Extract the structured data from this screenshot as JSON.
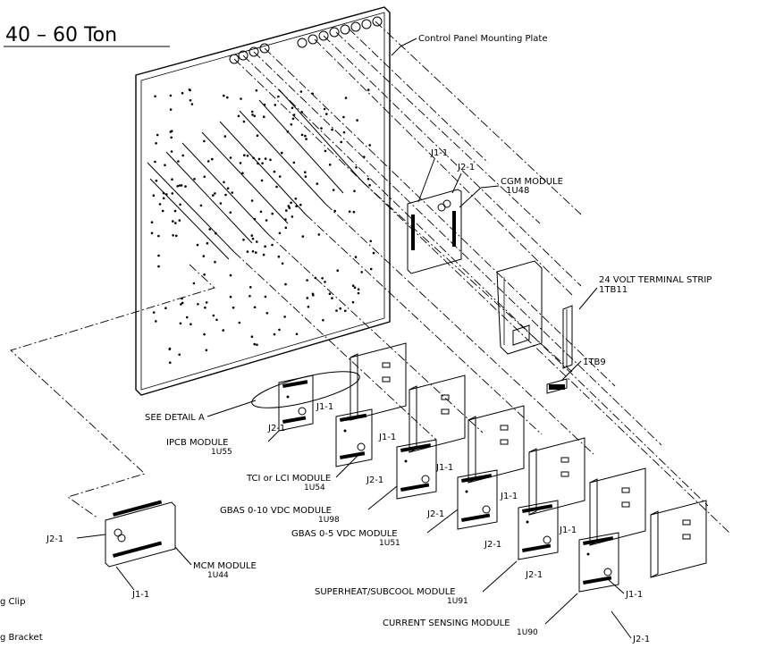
{
  "title": "40 – 60 Ton",
  "labels": {
    "mounting_plate": "Control Panel Mounting Plate",
    "cgm_module": "CGM MODULE",
    "cgm_id": "1U48",
    "cgm_j1": "J1-1",
    "cgm_j2": "J2-1",
    "terminal_strip": "24 VOLT TERMINAL STRIP",
    "terminal_strip_id": "1TB11",
    "tb9": "1TB9",
    "see_detail": "SEE DETAIL A",
    "ipcb_module": "IPCB MODULE",
    "ipcb_id": "1U55",
    "ipcb_j1": "J1-1",
    "ipcb_j2": "J2-1",
    "tci_module": "TCI or LCI MODULE",
    "tci_id": "1U54",
    "tci_j1": "J1-1",
    "tci_j2": "J2-1",
    "gbas10_module": "GBAS 0-10 VDC MODULE",
    "gbas10_id": "1U98",
    "gbas10_j1": "J1-1",
    "gbas10_j2": "J2-1",
    "gbas5_module": "GBAS 0-5 VDC MODULE",
    "gbas5_id": "1U51",
    "gbas5_j1": "J1-1",
    "gbas5_j2": "J2-1",
    "superheat_module": "SUPERHEAT/SUBCOOL MODULE",
    "superheat_id": "1U91",
    "superheat_j1": "J1-1",
    "superheat_j2": "J2-1",
    "current_module": "CURRENT SENSING MODULE",
    "current_id": "1U90",
    "current_j1": "J1-1",
    "current_j2": "J2-1",
    "mcm_module": "MCM MODULE",
    "mcm_id": "1U44",
    "mcm_j1": "J1-1",
    "mcm_j2": "J2-1",
    "clip_text": "g Clip",
    "bracket_text": "g Bracket"
  }
}
